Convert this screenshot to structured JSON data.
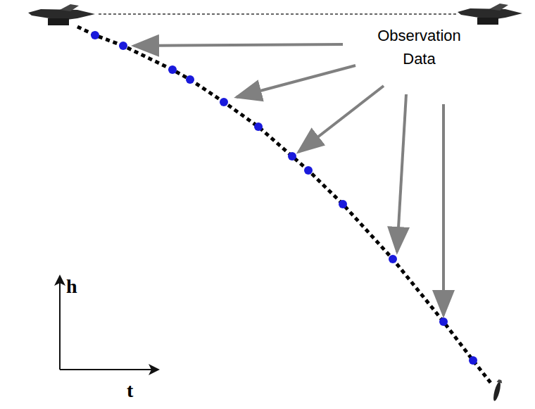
{
  "diagram": {
    "labels": [
      "Observation Data",
      "h",
      "t"
    ]
  }
}
